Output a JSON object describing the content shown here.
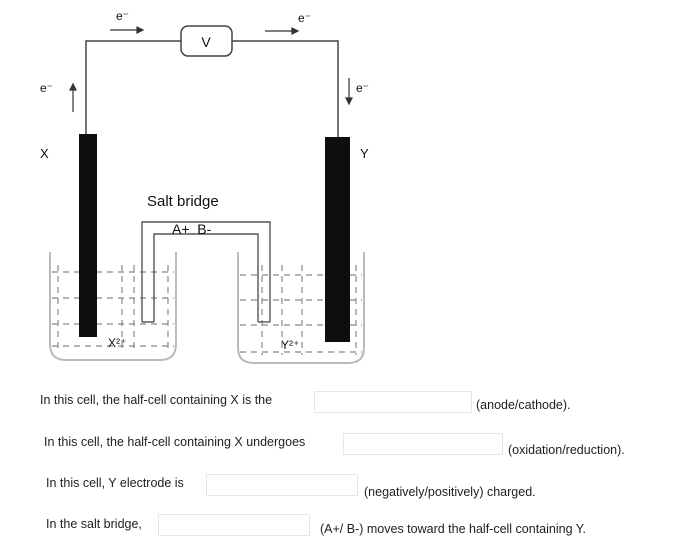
{
  "diagram": {
    "voltmeter_label": "V",
    "electron_labels": [
      "e⁻",
      "e⁻",
      "e⁻",
      "e⁻"
    ],
    "left_electrode_label": "X",
    "right_electrode_label": "Y",
    "salt_bridge_label": "Salt bridge",
    "salt_bridge_ions": "A+  B-",
    "left_solution_ion": "X²⁺",
    "right_solution_ion": "Y²⁺"
  },
  "questions": [
    {
      "prompt": "In this cell, the half-cell containing X is the",
      "blank_value": "",
      "choices": "(anode/cathode)."
    },
    {
      "prompt": "In this cell, the half-cell containing X undergoes",
      "blank_value": "",
      "choices": "(oxidation/reduction)."
    },
    {
      "prompt": "In this cell, Y electrode is",
      "blank_value": "",
      "choices": "(negatively/positively) charged."
    },
    {
      "prompt": "In the salt bridge,",
      "blank_value": "",
      "choices": "(A+/ B-) moves toward the half-cell containing Y."
    }
  ]
}
